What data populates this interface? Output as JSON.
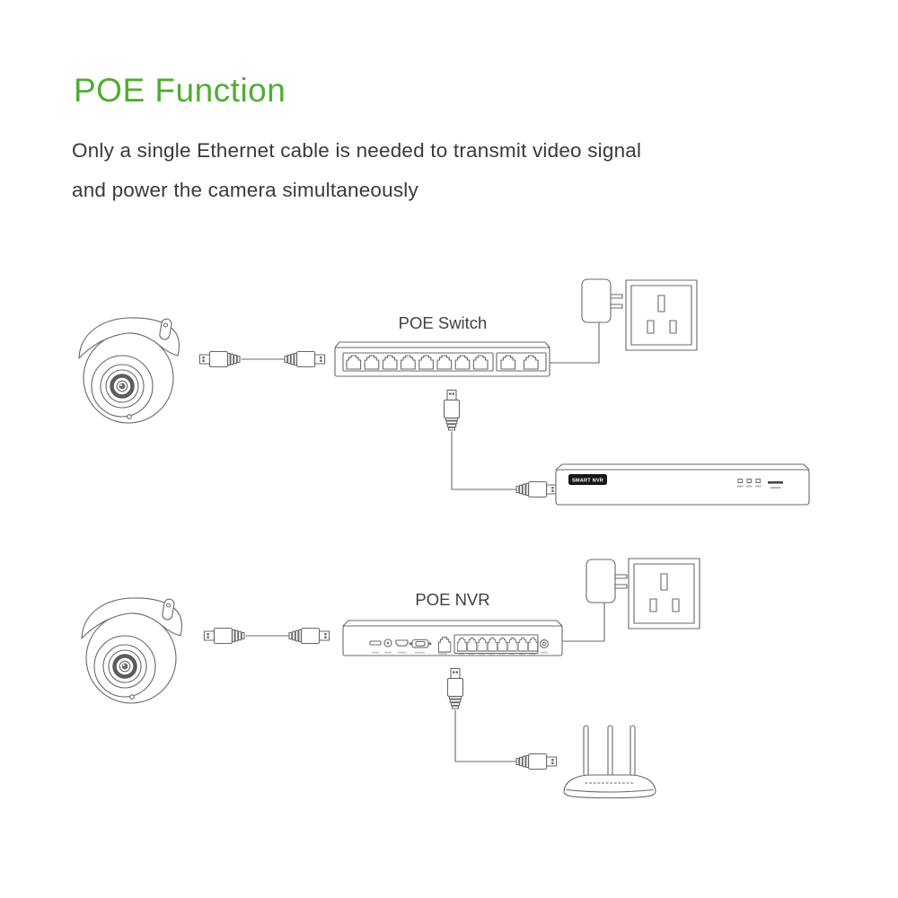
{
  "page": {
    "title": "POE Function",
    "subtitle_line1": "Only a single Ethernet cable is needed to transmit video signal",
    "subtitle_line2": "and power the camera simultaneously"
  },
  "colors": {
    "accent_green": "#4dae32",
    "line_art_gray": "#67686b",
    "body_text": "#3a3a3a",
    "nvr_badge_bg": "#171717",
    "nvr_badge_text": "#ffffff"
  },
  "diagrams": {
    "top": {
      "label": "POE Switch",
      "devices": {
        "camera_icon": "dome-camera",
        "cable_icon": "ethernet-cable-rj45-plugs",
        "switch": {
          "poe_ports": 8,
          "uplink_ports": 2
        },
        "power_adapter_icon": "power-adapter",
        "wall_socket_icon": "uk-3-pin-wall-socket",
        "nvr": {
          "front_label": "SMART NVR",
          "indicator_leds": 3,
          "usb_slots": 1
        }
      }
    },
    "bottom": {
      "label": "POE NVR",
      "devices": {
        "camera_icon": "dome-camera",
        "cable_icon": "ethernet-cable-rj45-plugs",
        "nvr": {
          "poe_ports": 8,
          "lan_ports": 1,
          "rear_connectors": [
            "usb",
            "audio",
            "hdmi",
            "vga",
            "power"
          ]
        },
        "power_adapter_icon": "power-adapter",
        "wall_socket_icon": "uk-3-pin-wall-socket",
        "router": {
          "icon": "wifi-router",
          "antennas": 3
        }
      }
    }
  }
}
